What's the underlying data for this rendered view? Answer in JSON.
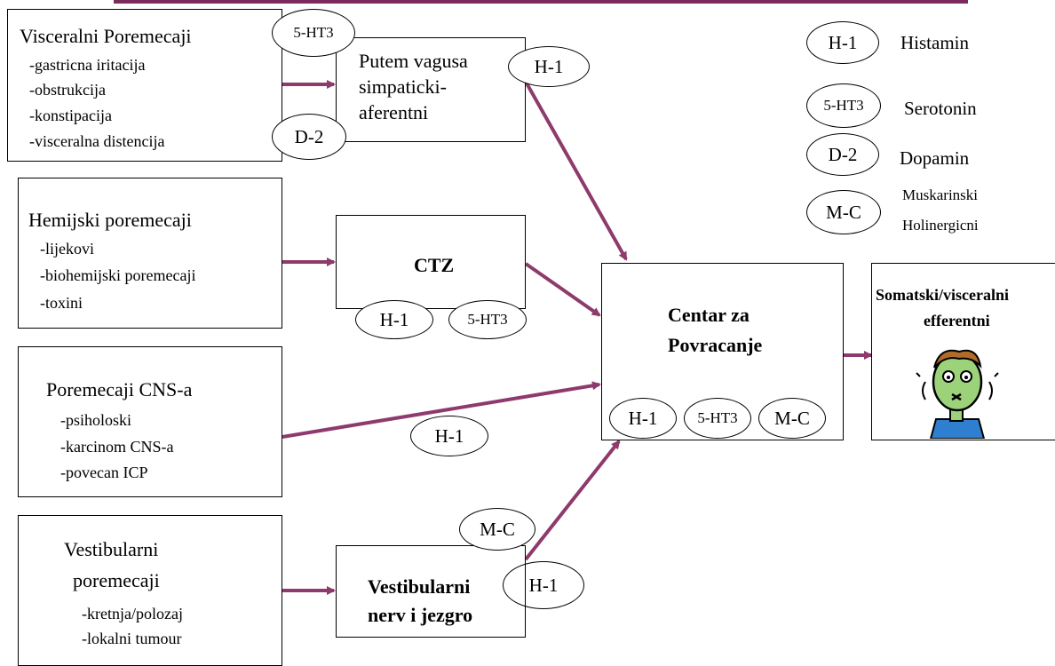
{
  "groups": [
    {
      "title": "Visceralni Poremecaji",
      "items": [
        "-gastricna  iritacija",
        "-obstrukcija",
        "-konstipacija",
        "-visceralna  distencija"
      ]
    },
    {
      "title": "Hemijski poremecaji",
      "items": [
        "-lijekovi",
        "-biohemijski poremecaji",
        "-toxini"
      ]
    },
    {
      "title": "Poremecaji CNS-a",
      "items": [
        "-psiholoski",
        "-karcinom CNS-a",
        "-povecan ICP"
      ]
    },
    {
      "title_lines": [
        "Vestibularni",
        "poremecaji"
      ],
      "items": [
        "-kretnja/polozaj",
        "-lokalni tumour"
      ]
    }
  ],
  "pathways": {
    "vagus": [
      "Putem vagusa",
      "simpaticki-",
      "aferentni"
    ],
    "ctz": "CTZ",
    "vestibular": [
      "Vestibularni",
      "nerv i jezgro"
    ]
  },
  "center": [
    "Centar za",
    "Povracanje"
  ],
  "efferent": [
    "Somatski/visceralni",
    "efferentni"
  ],
  "receptors": {
    "h1": "H-1",
    "ht3": "5-HT3",
    "d2": "D-2",
    "mc": "M-C"
  },
  "legend": {
    "h1": "Histamin",
    "ht3": "Serotonin",
    "d2": "Dopamin",
    "mc": [
      "Muskarinski",
      "Holinergicni"
    ]
  },
  "colors": {
    "arrow": "#8e3a6c",
    "rule": "#7b2a5e",
    "face": "#9bd27a",
    "shirt": "#2f7fd0"
  }
}
